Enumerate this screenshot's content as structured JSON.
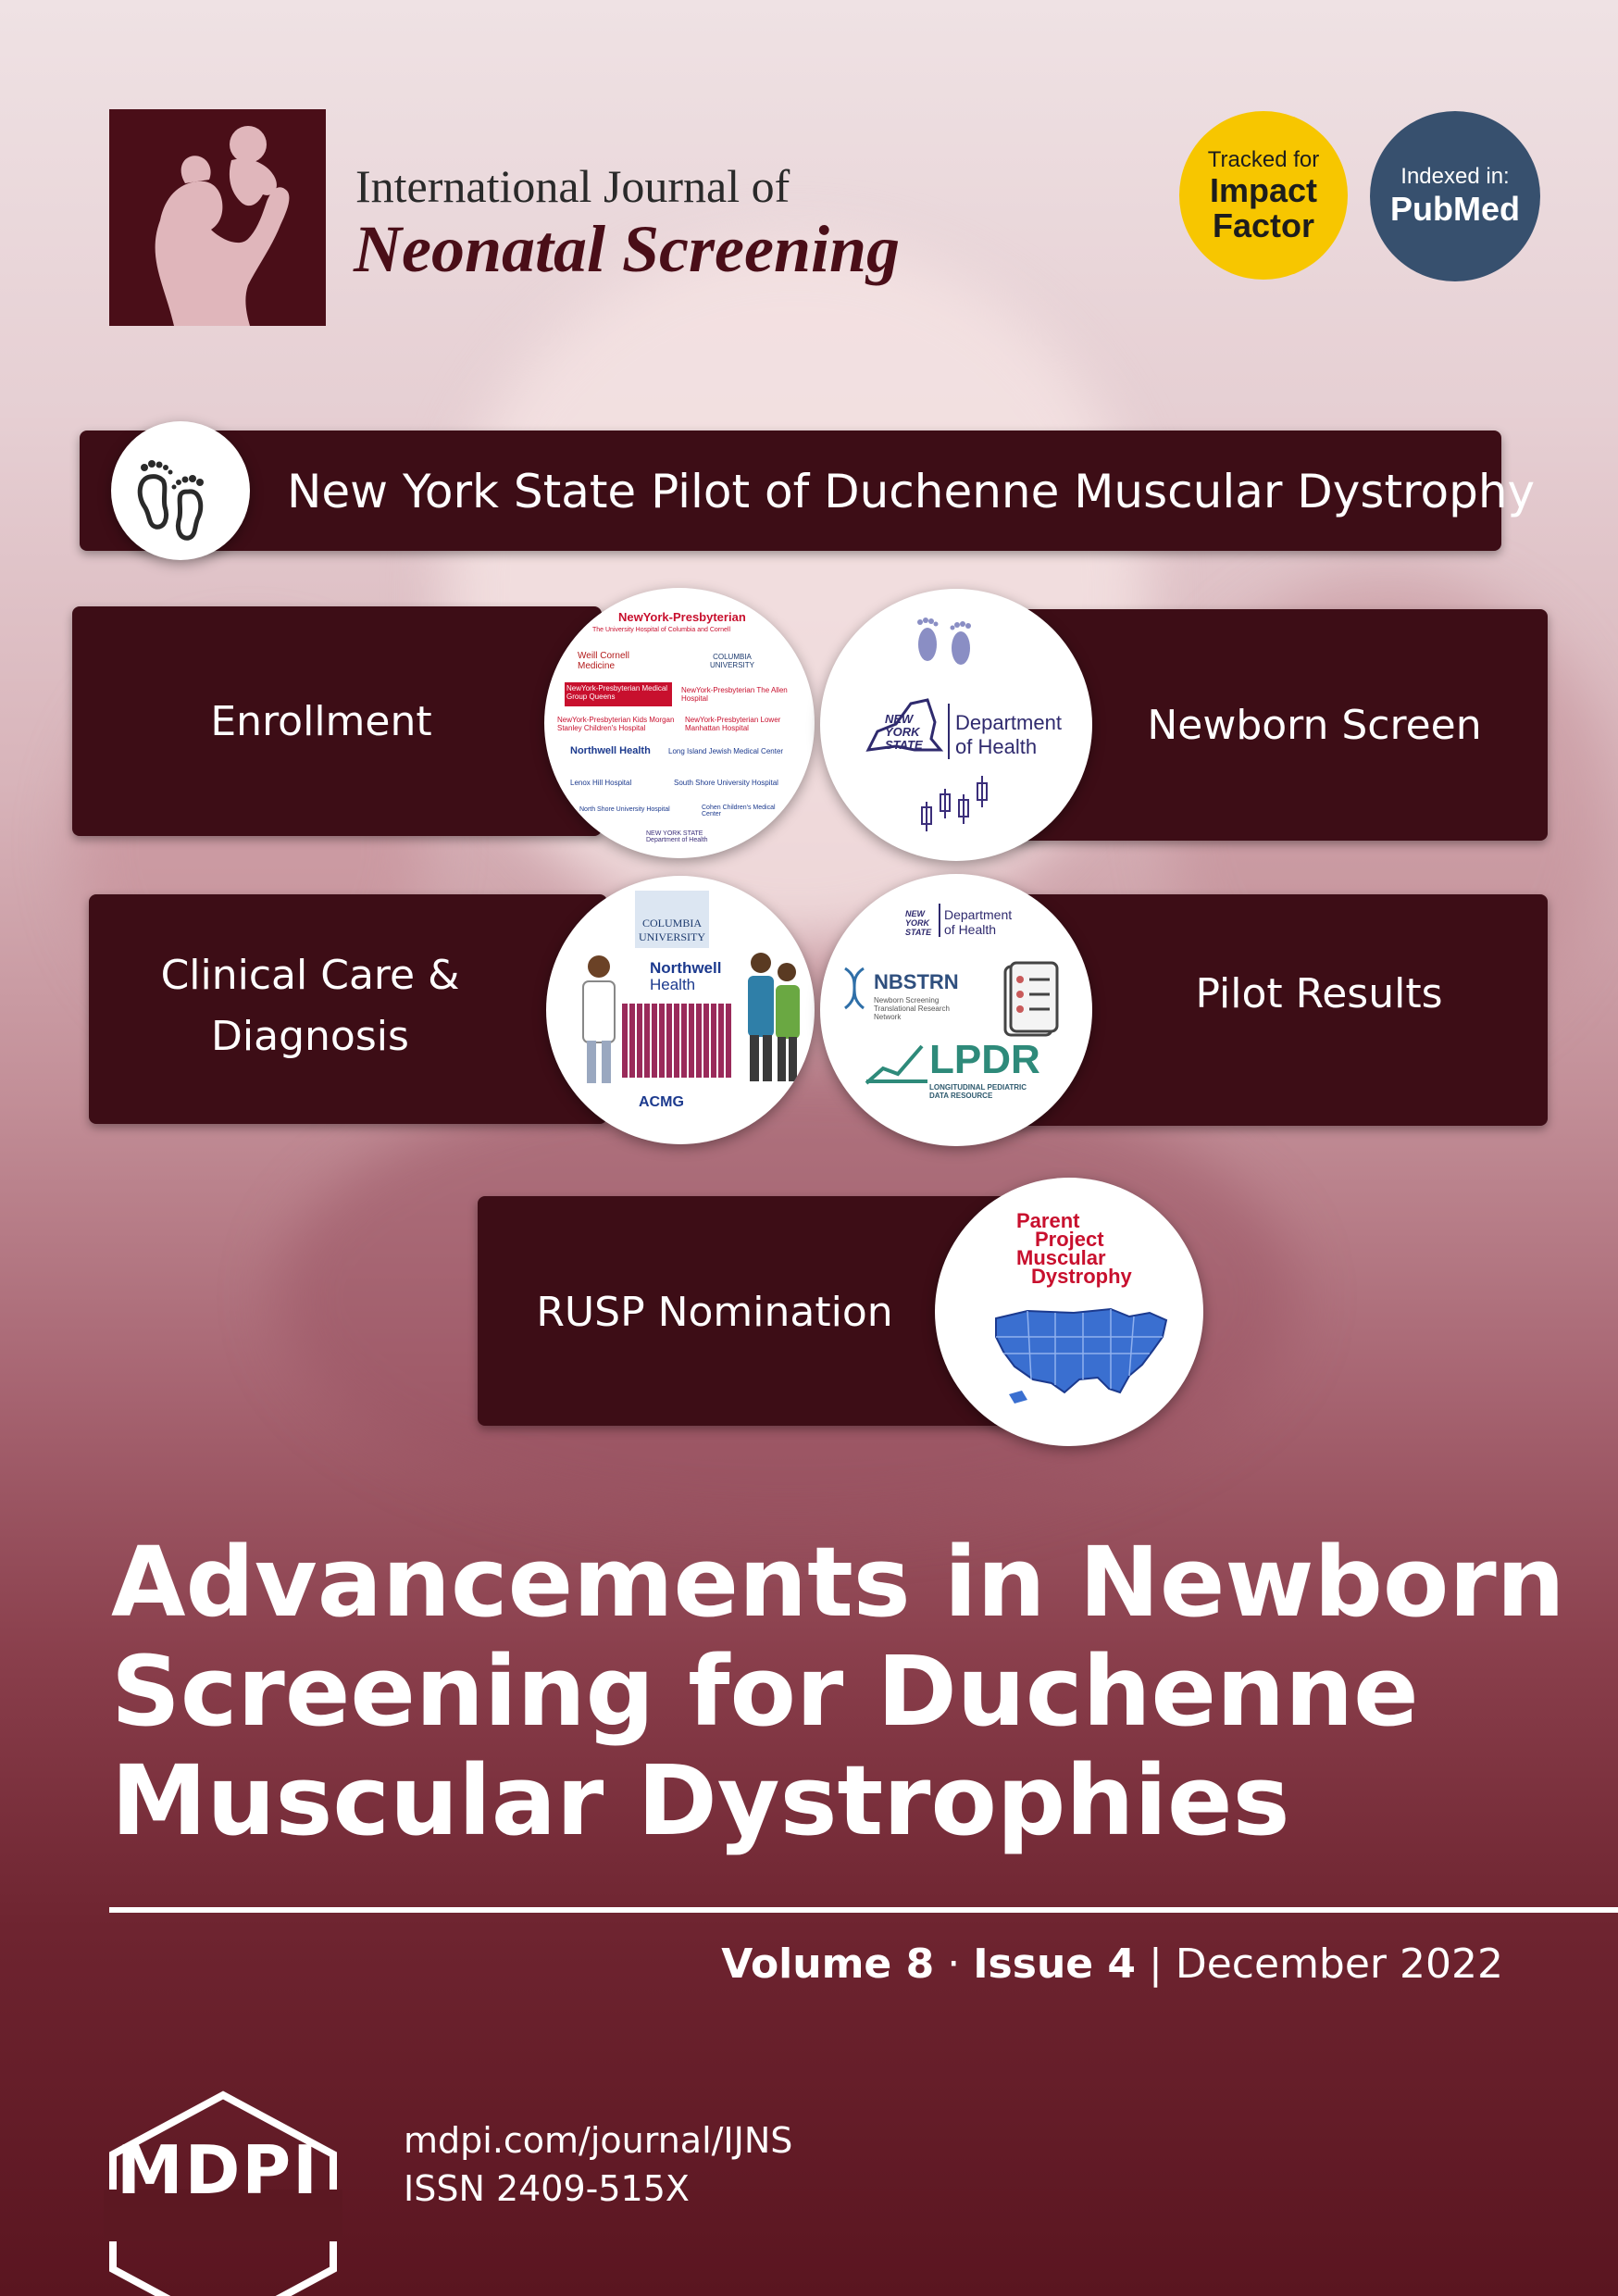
{
  "journal": {
    "line1": "International Journal of",
    "line2": "Neonatal Screening"
  },
  "badges": {
    "impact": {
      "line1": "Tracked for",
      "line2": "Impact",
      "line3": "Factor"
    },
    "pubmed": {
      "line1": "Indexed in:",
      "line2": "PubMed"
    }
  },
  "banner_title": "New York State Pilot of Duchenne Muscular Dystrophy",
  "steps": {
    "enrollment": "Enrollment",
    "newborn_screen": "Newborn Screen",
    "clinical_care_1": "Clinical Care &",
    "clinical_care_2": "Diagnosis",
    "pilot_results": "Pilot Results",
    "rusp": "RUSP Nomination"
  },
  "enrollment_logos": [
    "NewYork-Presbyterian",
    "The University Hospital of Columbia and Cornell",
    "Weill Cornell Medicine",
    "COLUMBIA UNIVERSITY",
    "NewYork-Presbyterian Medical Group Queens",
    "NewYork-Presbyterian The Allen Hospital",
    "NewYork-Presbyterian Kids Morgan Stanley Children's Hospital",
    "NewYork-Presbyterian Lower Manhattan Hospital",
    "Northwell Health",
    "Long Island Jewish Medical Center",
    "Lenox Hill Hospital",
    "South Shore University Hospital",
    "North Shore University Hospital",
    "Cohen Children's Medical Center",
    "NEW YORK STATE Department of Health"
  ],
  "newborn_logo": {
    "state": "NEW YORK STATE",
    "dept1": "Department",
    "dept2": "of Health"
  },
  "clinical_logos": {
    "columbia": "COLUMBIA UNIVERSITY",
    "northwell1": "Northwell",
    "northwell2": "Health",
    "acmg": "ACMG"
  },
  "pilot_logos": {
    "state": "NEW YORK STATE",
    "dept1": "Department",
    "dept2": "of Health",
    "nbstrn": "NBSTRN",
    "nbstrn_sub": "Newborn Screening Translational Research Network",
    "lpdr": "LPDR",
    "lpdr_sub": "LONGITUDINAL PEDIATRIC DATA RESOURCE"
  },
  "rusp_logo": {
    "l1": "Parent",
    "l2": "Project",
    "l3": "Muscular",
    "l4": "Dystrophy"
  },
  "main_title": {
    "line1": "Advancements in Newborn",
    "line2": "Screening for Duchenne",
    "line3": "Muscular Dystrophies"
  },
  "issue": {
    "volume": "Volume 8",
    "issue": "Issue 4",
    "date": "December 2022"
  },
  "publisher": {
    "name": "MDPI",
    "url": "mdpi.com/journal/IJNS",
    "issn": "ISSN 2409-515X"
  },
  "colors": {
    "maroon": "#3d0d16",
    "impact_yellow": "#f7c600",
    "pubmed_blue": "#37506e"
  }
}
